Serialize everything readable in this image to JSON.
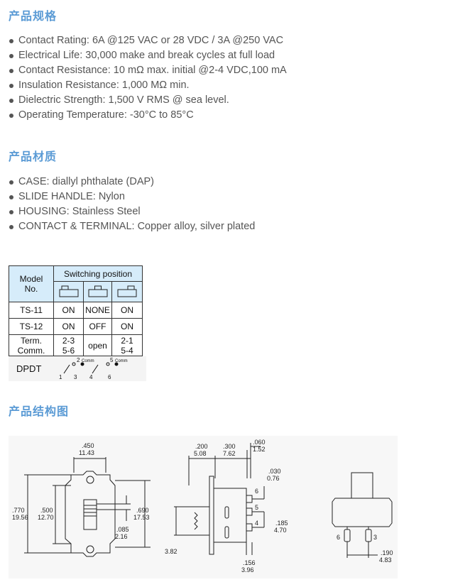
{
  "specs_section": {
    "title": "产品规格",
    "items": [
      "Contact Rating: 6A @125 VAC or 28 VDC / 3A @250 VAC",
      "Electrical Life: 30,000 make and break cycles at full load",
      "Contact Resistance: 10 mΩ max. initial @2-4 VDC,100 mA",
      "Insulation Resistance: 1,000 MΩ min.",
      "Dielectric Strength: 1,500 V RMS @ sea level.",
      "Operating Temperature: -30°C to 85°C"
    ]
  },
  "materials_section": {
    "title": "产品材质",
    "items": [
      "CASE: diallyl phthalate (DAP)",
      "SLIDE HANDLE: Nylon",
      "HOUSING: Stainless Steel",
      "CONTACT & TERMINAL: Copper alloy, silver plated"
    ]
  },
  "switch_table": {
    "header_model_line1": "Model",
    "header_model_line2": "No.",
    "header_position": "Switching position",
    "rows": [
      {
        "model": "TS-11",
        "p1": "ON",
        "p2": "NONE",
        "p3": "ON"
      },
      {
        "model": "TS-12",
        "p1": "ON",
        "p2": "OFF",
        "p3": "ON"
      }
    ],
    "term_label_line1": "Term.",
    "term_label_line2": "Comm.",
    "term_left_line1": "2-3",
    "term_left_line2": "5-6",
    "term_mid": "open",
    "term_right_line1": "2-1",
    "term_right_line2": "5-4",
    "dpdt_label": "DPDT",
    "dpdt_pins": [
      "1",
      "2",
      "3",
      "4",
      "5",
      "6"
    ],
    "dpdt_comm": "Comm"
  },
  "structure_section": {
    "title": "产品结构图"
  },
  "dimensions": {
    "front_width_in": ".450",
    "front_width_mm": "11.43",
    "front_height_in": ".770",
    "front_height_mm": "19.56",
    "front_inner_in": ".500",
    "front_inner_mm": "12.70",
    "front_right_in": ".690",
    "front_right_mm": "17.53",
    "front_slot_in": ".085",
    "front_slot_mm": "2.16",
    "side_a_in": ".200",
    "side_a_mm": "5.08",
    "side_b_in": ".300",
    "side_b_mm": "7.62",
    "side_c_in": ".060",
    "side_c_mm": "1.52",
    "side_d_in": ".030",
    "side_d_mm": "0.76",
    "side_e_in": ".185",
    "side_e_mm": "4.70",
    "side_f_in": ".156",
    "side_f_mm": "3.96",
    "side_left": "3.82",
    "pin_6": "6",
    "pin_5": "5",
    "pin_4": "4",
    "end_pin_left": "6",
    "end_pin_right": "3",
    "end_in": ".190",
    "end_mm": "4.83"
  }
}
